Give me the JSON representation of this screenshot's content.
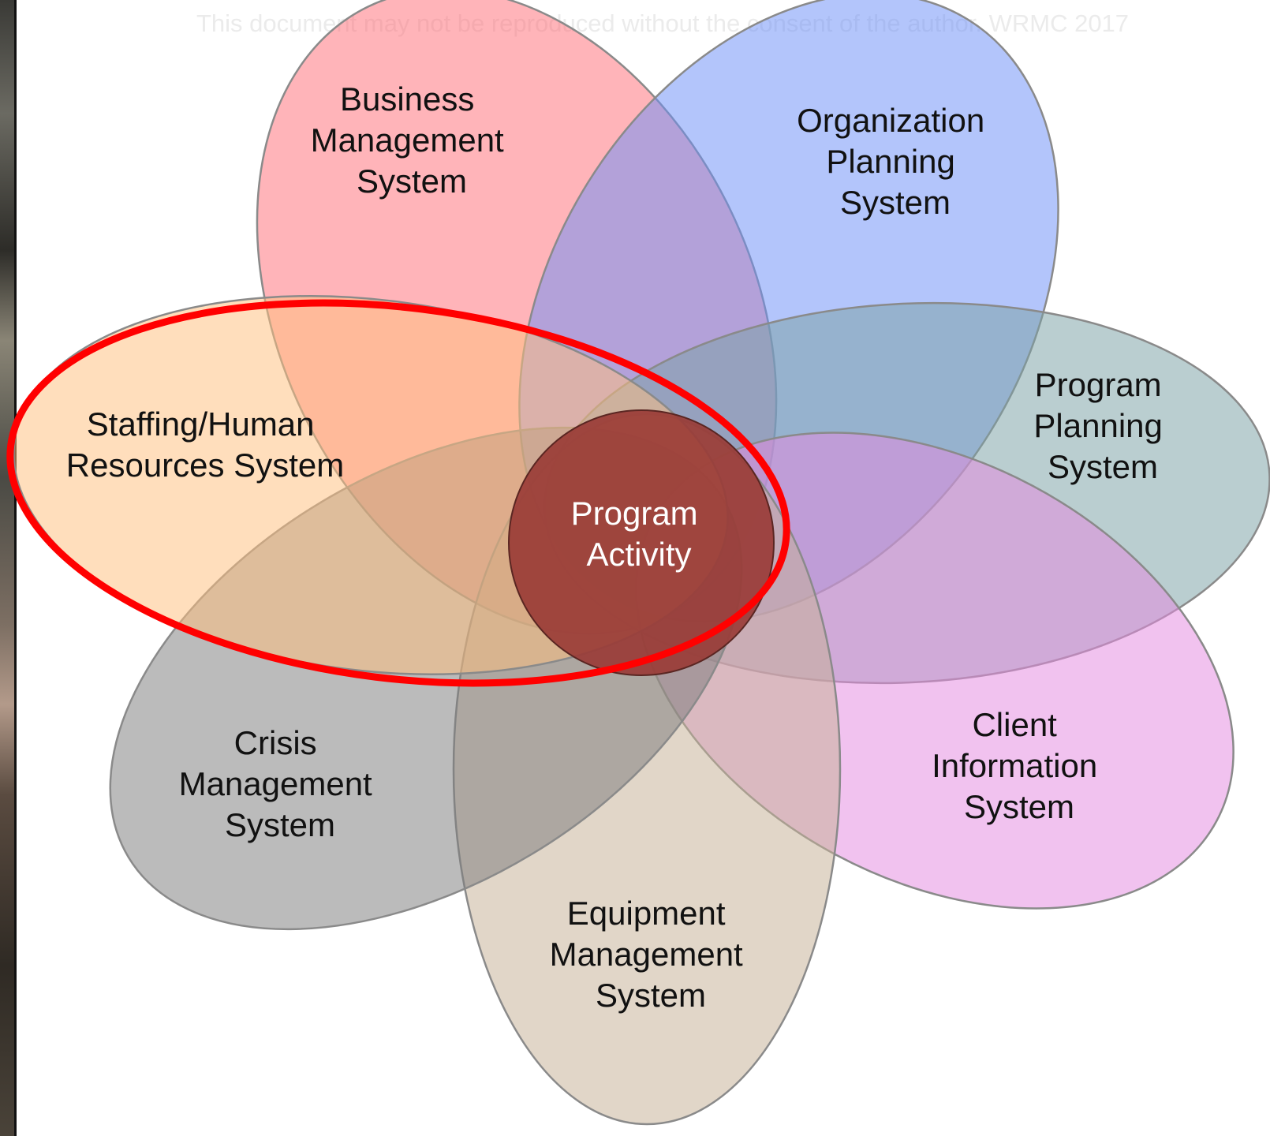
{
  "watermark": "This document may not be reproduced without the consent of the author. WRMC 2017",
  "center": {
    "lines": [
      "Program",
      "Activity"
    ],
    "color": "#993a35"
  },
  "highlight": {
    "color": "#ff0000"
  },
  "petals": [
    {
      "id": "business-management",
      "lines": [
        "Business",
        "Management",
        "System"
      ],
      "color": "#ff6f78"
    },
    {
      "id": "organization-planning",
      "lines": [
        "Organization",
        "Planning",
        "System"
      ],
      "color": "#6d8ff8"
    },
    {
      "id": "program-planning",
      "lines": [
        "Program",
        "Planning",
        "System"
      ],
      "color": "#7aa2a4"
    },
    {
      "id": "client-information",
      "lines": [
        "Client",
        "Information",
        "System"
      ],
      "color": "#e58ae0"
    },
    {
      "id": "equipment-management",
      "lines": [
        "Equipment",
        "Management",
        "System"
      ],
      "color": "#c6b196"
    },
    {
      "id": "crisis-management",
      "lines": [
        "Crisis",
        "Management",
        "System"
      ],
      "color": "#7d7d7d"
    },
    {
      "id": "staffing-human-resources",
      "lines": [
        "Staffing/Human",
        "Resources System"
      ],
      "color": "#ffbf7e"
    }
  ]
}
